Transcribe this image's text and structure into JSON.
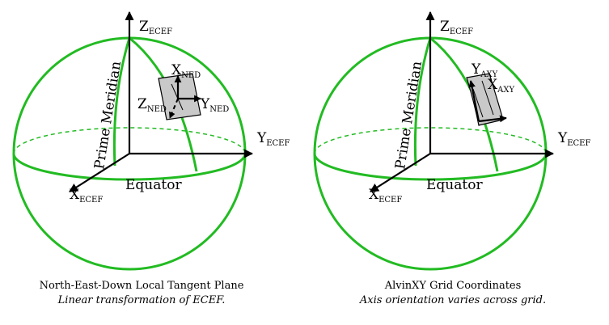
{
  "axis_labels": {
    "z_main": "Z",
    "z_sub": "ECEF",
    "y_main": "Y",
    "y_sub": "ECEF",
    "x_main": "X",
    "x_sub": "ECEF"
  },
  "globe_labels": {
    "prime_meridian": "Prime Meridian",
    "equator": "Equator"
  },
  "left_panel": {
    "frame_axes": {
      "x_main": "X",
      "x_sub": "NED",
      "y_main": "Y",
      "y_sub": "NED",
      "z_main": "Z",
      "z_sub": "NED"
    },
    "caption_title": "North-East-Down Local Tangent Plane",
    "caption_subtitle": "Linear transformation of ECEF."
  },
  "right_panel": {
    "frame_axes": {
      "y_main": "Y",
      "y_sub": "AXY",
      "x_main": "X",
      "x_sub": "AXY"
    },
    "caption_title": "AlvinXY Grid Coordinates",
    "caption_subtitle": "Axis orientation varies across grid."
  },
  "colors": {
    "globe_line": "#22bb22",
    "axis": "#000000",
    "plate_fill": "#c9c9c9"
  }
}
